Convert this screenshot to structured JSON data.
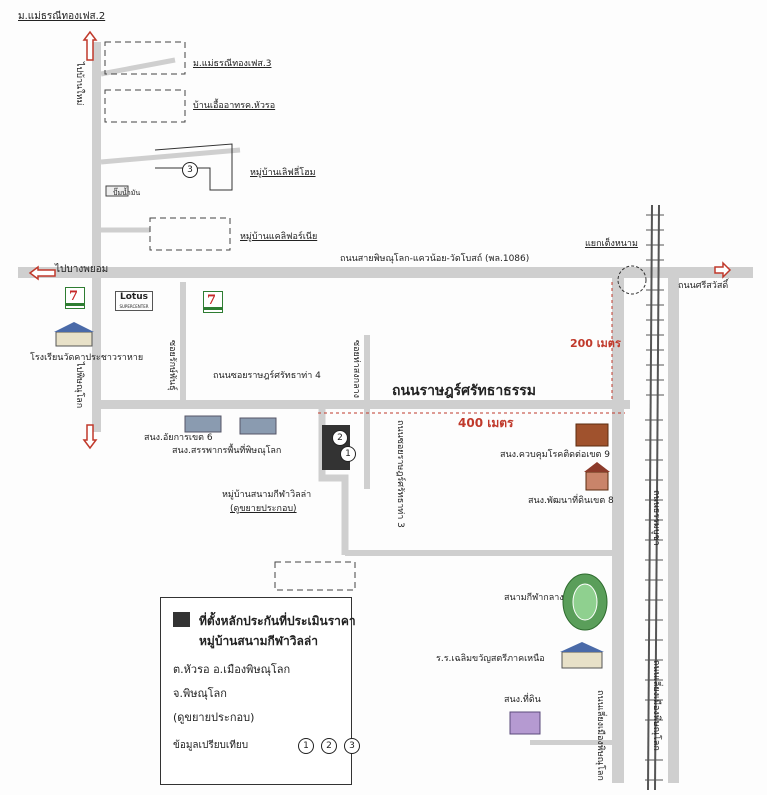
{
  "labels": {
    "top_left": "ม.แม่ธรณีทองเฟส.2",
    "phase3": "ม.แม่ธรณีทองเฟส.3",
    "ea_housing": "บ้านเอื้ออาทรค.หัวรอ",
    "village_ellis": "หมู่บ้านเลิฟลี่โฮม",
    "village_california": "หมู่บ้านแคลิฟอร์เนีย",
    "gas_station": "ปั๊มน้ำมัน",
    "intersection": "แยกเต็งหนาม",
    "main_road": "ถนนสายพิษณุโลก-แควน้อย-วัดโบสถ์ (พล.1086)",
    "to_bangpayom": "ไปบางพยอม",
    "to_sriswat": "ถนนศรีสวัสดิ์",
    "distance_200": "200 เมตร",
    "school_wat": "โรงเรียนวัดคาประชาวราหาย",
    "soi_road_4": "ถนนซอยราษฎร์ศรัทธาท่า 4",
    "rat_road": "ถนนราษฎร์ศรัทธาธรรม",
    "distance_400": "400 เมตร",
    "office_prosecutor": "สนง.อัยการเขต 6",
    "office_coop": "สนง.สรรพากรพื้นที่พิษณุโลก",
    "irrigation": "สนง.ควบคุมโรคติดต่อเขต 9",
    "land_office_8": "สนง.พัฒนาที่ดินเขต 8",
    "village_label": "หมู่บ้านสนามกีฬาวิลล่า",
    "see_expand": "(ดูขยายประกอบ)",
    "stadium": "สนามกีฬากลาง",
    "school_chaloem": "ร.ร.เฉลิมขวัญสตรีภาคเหนือ",
    "land_office": "สนง.ที่ดิน",
    "to_bayai": "ไปบ้านใหม่",
    "to_phitsanulok": "ไปพิษณุโลก",
    "road_mid": "ซอยท่าสงกลาง",
    "road_soi3": "ถนนซอยราษฎร์ศรัทธาท่า 3",
    "soi_raksa": "ซอยรักษ์พันธุ์",
    "railway_road": "ถนนธรรมบูชา",
    "chang_road": "ถนนเลี่ยงเมืองพิษณุโลก",
    "jaeng_road": "ถนนเลี่ยงเมืองพิษณุโลก"
  },
  "stores": {
    "seven": "7",
    "lotus": "Lotus",
    "lotus_sub": "SUPERCENTER"
  },
  "markers": [
    "1",
    "2",
    "3"
  ],
  "legend": {
    "title1": "ที่ตั้งหลักประกันที่ประเมินราคา",
    "title2": "หมู่บ้านสนามกีฬาวิลล่า",
    "line1": "ต.หัวรอ อ.เมืองพิษณุโลก",
    "line2": "จ.พิษณุโลก",
    "line3": "(ดูขยายประกอบ)",
    "compare": "ข้อมูลเปรียบเทียบ"
  },
  "colors": {
    "road": "#c9c9c9",
    "arrow": "#c0392b",
    "distance": "#c0392b",
    "site": "#333333"
  }
}
